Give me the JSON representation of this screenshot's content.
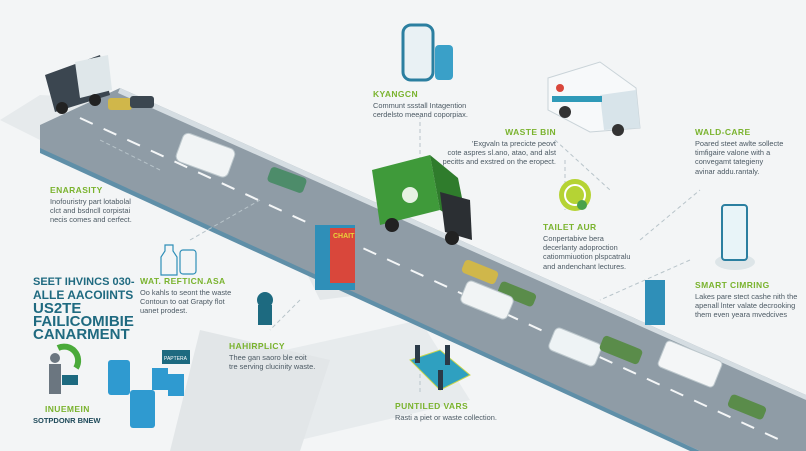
{
  "colors": {
    "accent_green": "#7ab32e",
    "title_teal": "#1f6a80",
    "road": "#8f9ca6",
    "truck_green": "#3f9a3a",
    "body_text": "#4c5a64"
  },
  "headline": {
    "lines": [
      "SEET IHVINCS 030-",
      "ALLE AACOIINTS",
      "US2TE",
      "FAILICOMIBIE",
      "CANARMENT"
    ]
  },
  "footer": {
    "title": "INUEMEIN",
    "subtitle": "SOTPDONR BNEW"
  },
  "callouts": [
    {
      "title": "ENARASITY",
      "body": [
        "Inofouristry part lotabolal",
        "clct and bsdncll corpistai",
        "necis comes and cerfect."
      ]
    },
    {
      "title": "WAT. REFTICN.ASA",
      "body": [
        "Oo kahls to seont the waste",
        "Contoun to oat Grapty flot",
        "uanet prodest."
      ]
    },
    {
      "title": "KYANGCN",
      "body": [
        "Communt ssstall Intagention",
        "cerdelsto meeand coporpiax."
      ]
    },
    {
      "title": "WASTE BIN",
      "body": [
        "'Exgvaln ta precicte peovt",
        "cote aspres sl.ano, atao, and alst",
        "pecitts and exstred on the eropect."
      ]
    },
    {
      "title": "WALD-CARE",
      "body": [
        "Poared steet awlte sollecte",
        "timfigaire valone with a",
        "convegamt tategieny",
        "avinar addu.rantaly."
      ]
    },
    {
      "title": "TAILET AUR",
      "body": [
        "Conpertabive bera",
        "decerlanty adoproction",
        "catiommiuotion plspcatralu",
        "and andenchant lectures."
      ]
    },
    {
      "title": "SMART CIMRING",
      "body": [
        "Lakes pare stect cashe nith the",
        "apenall lnter valate decrooking",
        "them even yeara mvedcives"
      ]
    },
    {
      "title": "HAHIRPLICY",
      "body": [
        "Thee gan saoro ble eoit",
        "tre serving clucinity waste."
      ]
    },
    {
      "title": "PUNTILED VARS",
      "body": [
        "Rasti a piet or waste collection."
      ]
    }
  ],
  "signs": {
    "kiosk": "CHAIT",
    "bin_board": "PAPTERA"
  },
  "icons": [
    "garbage-truck-icon",
    "van-icon",
    "car-icon",
    "recycle-wheel-icon",
    "smartphone-icon",
    "bottle-icon",
    "bin-icon",
    "person-icon",
    "kiosk-icon"
  ]
}
